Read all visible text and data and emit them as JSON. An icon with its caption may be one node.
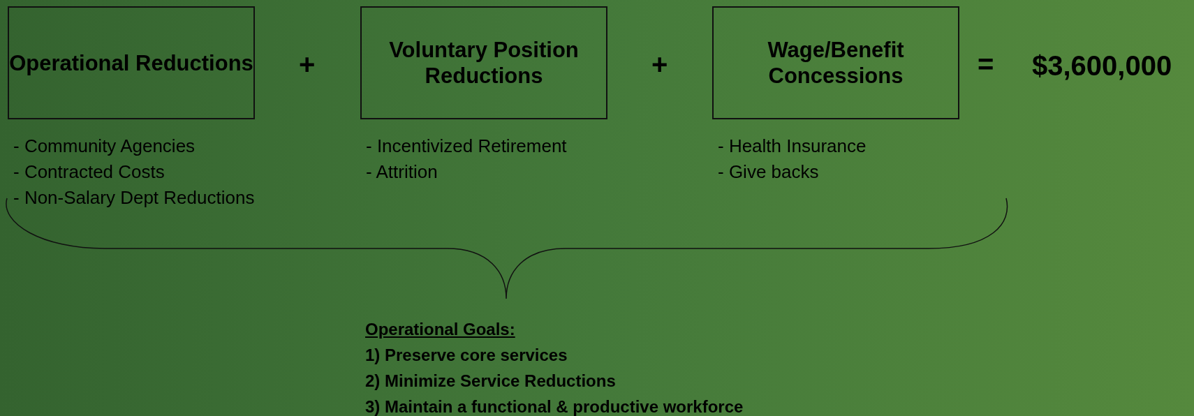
{
  "diagram": {
    "nodes": [
      {
        "text": [
          "Operational Reductions"
        ],
        "beside": [
          "- Community Agencies",
          "- Contracted Costs",
          "- Non-Salary Dept Reductions"
        ]
      },
      {
        "text": [
          "Voluntary Position Reductions"
        ],
        "beside": [
          "- Incentivized Retirement",
          "- Attrition"
        ]
      },
      {
        "text": [
          "Wage/Benefit Concessions"
        ],
        "beside": [
          "- Health Insurance",
          "- Give backs"
        ]
      }
    ],
    "labels": [
      "+",
      "+",
      "=",
      "$3,600,000",
      "Operational Goals:",
      "1) Preserve core services",
      "2) Minimize Service Reductions",
      "3) Maintain a functional & productive workforce"
    ]
  }
}
